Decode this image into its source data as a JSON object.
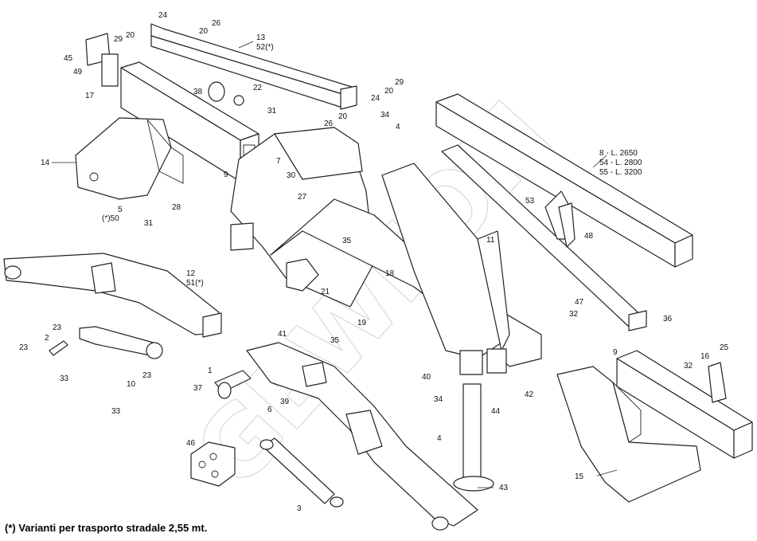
{
  "labels": {
    "l24a": "24",
    "l26a": "26",
    "l20a": "20",
    "l13": "13",
    "l52": "52(*)",
    "l29a": "29",
    "l20b": "20",
    "l45": "45",
    "l49": "49",
    "l17": "17",
    "l24b": "24",
    "l29b": "29",
    "l20c": "20",
    "l38": "38",
    "l22": "22",
    "l31a": "31",
    "l26b": "26",
    "l20d": "20",
    "l34a": "34",
    "l4a": "4",
    "l14": "14",
    "l9a": "9",
    "l7": "7",
    "l30": "30",
    "l27": "27",
    "l5": "5",
    "l50": "(*)50",
    "l31b": "31",
    "l28": "28",
    "l8": "8  - L. 2650",
    "l54": "54 - L. 2800",
    "l55": "55 - L. 3200",
    "l53": "53",
    "l48": "48",
    "l11": "11",
    "l35a": "35",
    "l18": "18",
    "l12": "12",
    "l51": "51(*)",
    "l21": "21",
    "l19": "19",
    "l35b": "35",
    "l47": "47",
    "l32a": "32",
    "l36": "36",
    "l23a": "23",
    "l2": "2",
    "l23b": "23",
    "l33a": "33",
    "l41": "41",
    "l10": "10",
    "l23c": "23",
    "l33b": "33",
    "l1": "1",
    "l37": "37",
    "l6": "6",
    "l39": "39",
    "l40": "40",
    "l34b": "34",
    "l44": "44",
    "l42": "42",
    "l4b": "4",
    "l46": "46",
    "l3": "3",
    "l43": "43",
    "l9b": "9",
    "l32b": "32",
    "l16": "16",
    "l25": "25",
    "l15": "15"
  },
  "footnote": "(*) Varianti per trasporto stradale 2,55 mt."
}
